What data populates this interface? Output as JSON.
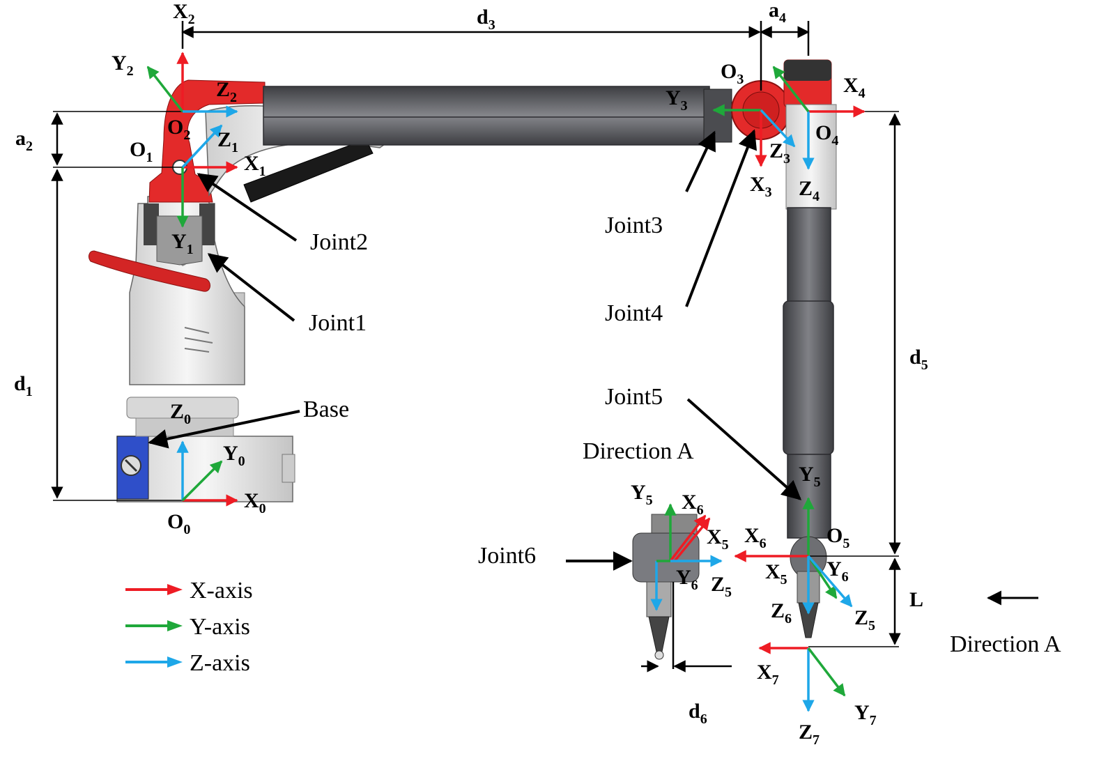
{
  "colors": {
    "x_axis": "#ee1c24",
    "y_axis": "#1fa83a",
    "z_axis": "#1ea7e8",
    "red_part": "#e32a2a",
    "dark_tube": "#6e6f73",
    "dark_tube_edge": "#3d3e42",
    "light_part": "#e8e8e8",
    "base_blue": "#2f4fc9"
  },
  "labels": {
    "X2": {
      "main": "X",
      "sub": "2"
    },
    "Y2": {
      "main": "Y",
      "sub": "2"
    },
    "Z2": {
      "main": "Z",
      "sub": "2"
    },
    "O2": {
      "main": "O",
      "sub": "2"
    },
    "Z1": {
      "main": "Z",
      "sub": "1"
    },
    "O1": {
      "main": "O",
      "sub": "1"
    },
    "X1": {
      "main": "X",
      "sub": "1"
    },
    "Y1": {
      "main": "Y",
      "sub": "1"
    },
    "a2": {
      "main": "a",
      "sub": "2"
    },
    "d1": {
      "main": "d",
      "sub": "1"
    },
    "d3": {
      "main": "d",
      "sub": "3"
    },
    "a4": {
      "main": "a",
      "sub": "4"
    },
    "O3": {
      "main": "O",
      "sub": "3"
    },
    "Y3": {
      "main": "Y",
      "sub": "3"
    },
    "X3": {
      "main": "X",
      "sub": "3"
    },
    "Z3": {
      "main": "Z",
      "sub": "3"
    },
    "X4": {
      "main": "X",
      "sub": "4"
    },
    "O4": {
      "main": "O",
      "sub": "4"
    },
    "Z4": {
      "main": "Z",
      "sub": "4"
    },
    "d5": {
      "main": "d",
      "sub": "5"
    },
    "Z0": {
      "main": "Z",
      "sub": "0"
    },
    "Y0": {
      "main": "Y",
      "sub": "0"
    },
    "X0": {
      "main": "X",
      "sub": "0"
    },
    "O0": {
      "main": "O",
      "sub": "0"
    },
    "Y5a": {
      "main": "Y",
      "sub": "5"
    },
    "X6a": {
      "main": "X",
      "sub": "6"
    },
    "X5a": {
      "main": "X",
      "sub": "5"
    },
    "Y6a": {
      "main": "Y",
      "sub": "6"
    },
    "Z5a": {
      "main": "Z",
      "sub": "5"
    },
    "d6": {
      "main": "d",
      "sub": "6"
    },
    "Y5b": {
      "main": "Y",
      "sub": "5"
    },
    "X6b": {
      "main": "X",
      "sub": "6"
    },
    "O5": {
      "main": "O",
      "sub": "5"
    },
    "X5b": {
      "main": "X",
      "sub": "5"
    },
    "Y6b": {
      "main": "Y",
      "sub": "6"
    },
    "Z6": {
      "main": "Z",
      "sub": "6"
    },
    "Z5b": {
      "main": "Z",
      "sub": "5"
    },
    "X7": {
      "main": "X",
      "sub": "7"
    },
    "Y7": {
      "main": "Y",
      "sub": "7"
    },
    "Z7": {
      "main": "Z",
      "sub": "7"
    },
    "L": {
      "main": "L",
      "sub": ""
    }
  },
  "annotations": {
    "joint1": "Joint1",
    "joint2": "Joint2",
    "joint3": "Joint3",
    "joint4": "Joint4",
    "joint5": "Joint5",
    "joint6": "Joint6",
    "base": "Base",
    "direction_a_top": "Direction A",
    "direction_a_right": "Direction A"
  },
  "legend": [
    {
      "label": "X-axis",
      "color": "#ee1c24"
    },
    {
      "label": "Y-axis",
      "color": "#1fa83a"
    },
    {
      "label": "Z-axis",
      "color": "#1ea7e8"
    }
  ]
}
